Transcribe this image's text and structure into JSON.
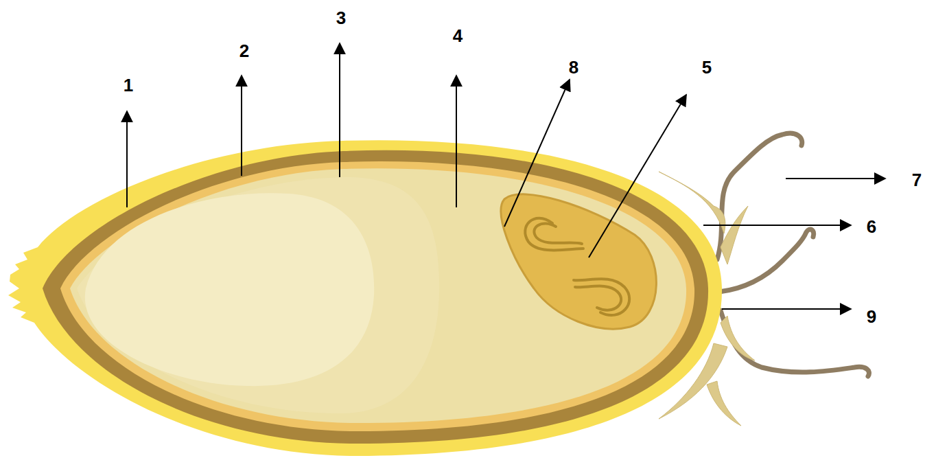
{
  "diagram": {
    "labels": [
      "1",
      "2",
      "3",
      "4",
      "8",
      "5",
      "7",
      "6",
      "9"
    ]
  }
}
